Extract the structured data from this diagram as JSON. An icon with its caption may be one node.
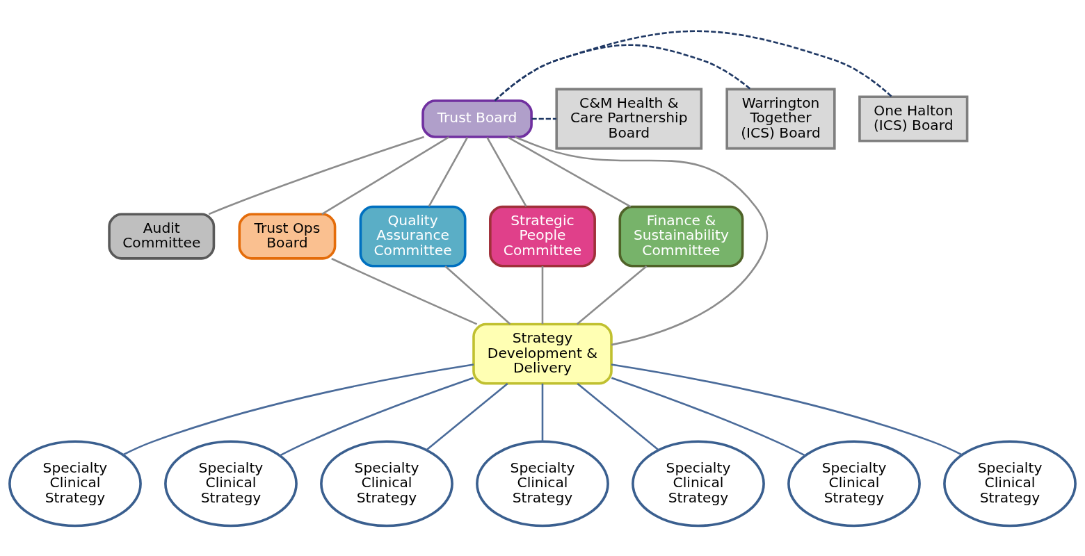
{
  "diagram": {
    "nodes": [
      {
        "text": [
          "Trust Board"
        ]
      },
      {
        "text": [
          "One Halton (ICS) Board"
        ]
      },
      {
        "text": [
          "Warrington Together (ICS) Board"
        ]
      },
      {
        "text": [
          "C&M Health & Care Partnership Board"
        ]
      },
      {
        "text": [
          "Audit Committee"
        ]
      },
      {
        "text": [
          "Trust Ops Board"
        ]
      },
      {
        "text": [
          "Quality Assurance Committee"
        ]
      },
      {
        "text": [
          "Strategic People Committee"
        ]
      },
      {
        "text": [
          "Finance & Sustainability Committee"
        ]
      },
      {
        "text": [
          "Strategy Development & Delivery"
        ]
      },
      {
        "text": [
          "Specialty Clinical Strategy"
        ]
      },
      {
        "text": [
          "Specialty Clinical Strategy"
        ]
      },
      {
        "text": [
          "Specialty Clinical Strategy"
        ]
      },
      {
        "text": [
          "Specialty Clinical Strategy"
        ]
      },
      {
        "text": [
          "Specialty Clinical Strategy"
        ]
      },
      {
        "text": [
          "Specialty Clinical Strategy"
        ]
      },
      {
        "text": [
          "Specialty Clinical Strategy"
        ]
      }
    ],
    "edges": [
      {
        "from": 0,
        "to": 1,
        "arrow": "none",
        "style": "dashed",
        "color": "#1f3864"
      },
      {
        "from": 0,
        "to": 2,
        "arrow": "none",
        "style": "dashed",
        "color": "#1f3864"
      },
      {
        "from": 0,
        "to": 3,
        "arrow": "none",
        "style": "dashed",
        "color": "#1f3864"
      },
      {
        "from": 0,
        "to": 4,
        "arrow": "none"
      },
      {
        "from": 0,
        "to": 5,
        "arrow": "none"
      },
      {
        "from": 0,
        "to": 6,
        "arrow": "none"
      },
      {
        "from": 0,
        "to": 7,
        "arrow": "none"
      },
      {
        "from": 0,
        "to": 8,
        "arrow": "none"
      },
      {
        "from": 0,
        "to": 9,
        "arrow": "none"
      },
      {
        "from": 5,
        "to": 9,
        "arrow": "none"
      },
      {
        "from": 6,
        "to": 9,
        "arrow": "none"
      },
      {
        "from": 7,
        "to": 9,
        "arrow": "none"
      },
      {
        "from": 8,
        "to": 9,
        "arrow": "none"
      },
      {
        "from": 9,
        "to": 10,
        "arrow": "none",
        "color": "#4a6b9a"
      },
      {
        "from": 9,
        "to": 11,
        "arrow": "none",
        "color": "#4a6b9a"
      },
      {
        "from": 9,
        "to": 12,
        "arrow": "none",
        "color": "#4a6b9a"
      },
      {
        "from": 9,
        "to": 13,
        "arrow": "none",
        "color": "#4a6b9a"
      },
      {
        "from": 9,
        "to": 14,
        "arrow": "none",
        "color": "#4a6b9a"
      },
      {
        "from": 9,
        "to": 15,
        "arrow": "none",
        "color": "#4a6b9a"
      },
      {
        "from": 9,
        "to": 16,
        "arrow": "none",
        "color": "#4a6b9a"
      }
    ]
  }
}
